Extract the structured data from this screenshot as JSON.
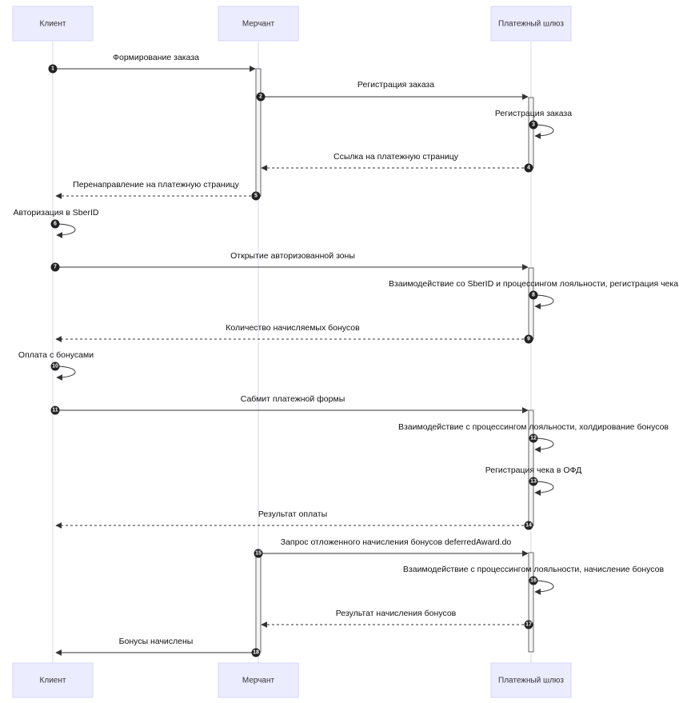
{
  "actors": [
    {
      "id": "client",
      "label": "Клиент"
    },
    {
      "id": "merchant",
      "label": "Мерчант"
    },
    {
      "id": "gateway",
      "label": "Платежный шлюз"
    }
  ],
  "messages": [
    {
      "num": "1",
      "from": "client",
      "to": "merchant",
      "style": "solid",
      "text": "Формирование заказа"
    },
    {
      "num": "2",
      "from": "merchant",
      "to": "gateway",
      "style": "solid",
      "text": "Регистрация заказа"
    },
    {
      "num": "3",
      "from": "gateway",
      "to": "gateway",
      "style": "self",
      "text": "Регистрация заказа"
    },
    {
      "num": "4",
      "from": "gateway",
      "to": "merchant",
      "style": "dashed",
      "text": "Ссылка на платежную страницу"
    },
    {
      "num": "5",
      "from": "merchant",
      "to": "client",
      "style": "dashed",
      "text": "Перенаправление на платежную страницу"
    },
    {
      "num": "6",
      "from": "client",
      "to": "client",
      "style": "self",
      "text": "Авторизация в SberID"
    },
    {
      "num": "7",
      "from": "client",
      "to": "gateway",
      "style": "solid",
      "text": "Открытие авторизованной зоны"
    },
    {
      "num": "8",
      "from": "gateway",
      "to": "gateway",
      "style": "self",
      "text": "Взаимодействие со SberID и процессингом лояльности, регистрация чека"
    },
    {
      "num": "9",
      "from": "gateway",
      "to": "client",
      "style": "dashed",
      "text": "Количество начисляемых бонусов"
    },
    {
      "num": "10",
      "from": "client",
      "to": "client",
      "style": "self",
      "text": "Оплата с бонусами"
    },
    {
      "num": "11",
      "from": "client",
      "to": "gateway",
      "style": "solid",
      "text": "Сабмит платежной формы"
    },
    {
      "num": "12",
      "from": "gateway",
      "to": "gateway",
      "style": "self",
      "text": "Взаимодействие с процессингом лояльности, холдирование бонусов"
    },
    {
      "num": "13",
      "from": "gateway",
      "to": "gateway",
      "style": "self",
      "text": "Регистрация чека в ОФД"
    },
    {
      "num": "14",
      "from": "gateway",
      "to": "client",
      "style": "dashed",
      "text": "Результат оплаты"
    },
    {
      "num": "15",
      "from": "merchant",
      "to": "gateway",
      "style": "solid",
      "text": "Запрос отложенного начисления бонусов deferredAward.do"
    },
    {
      "num": "16",
      "from": "gateway",
      "to": "gateway",
      "style": "self",
      "text": "Взаимодействие с процессингом лояльности, начисление бонусов"
    },
    {
      "num": "17",
      "from": "gateway",
      "to": "merchant",
      "style": "dashed",
      "text": "Результат начисления бонусов"
    },
    {
      "num": "18",
      "from": "merchant",
      "to": "client",
      "style": "solid",
      "text": "Бонусы начислены"
    }
  ]
}
